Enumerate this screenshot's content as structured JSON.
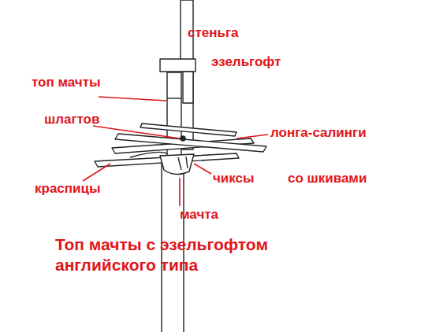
{
  "diagram": {
    "caption": "Топ мачты с эзельгофтом английского типа",
    "labels": [
      "стеньга",
      "эзельгофт",
      "топ мачты",
      "шлагтов",
      "лонга-салинги",
      "краспицы",
      "чиксы",
      "со шкивами",
      "мачта"
    ]
  }
}
